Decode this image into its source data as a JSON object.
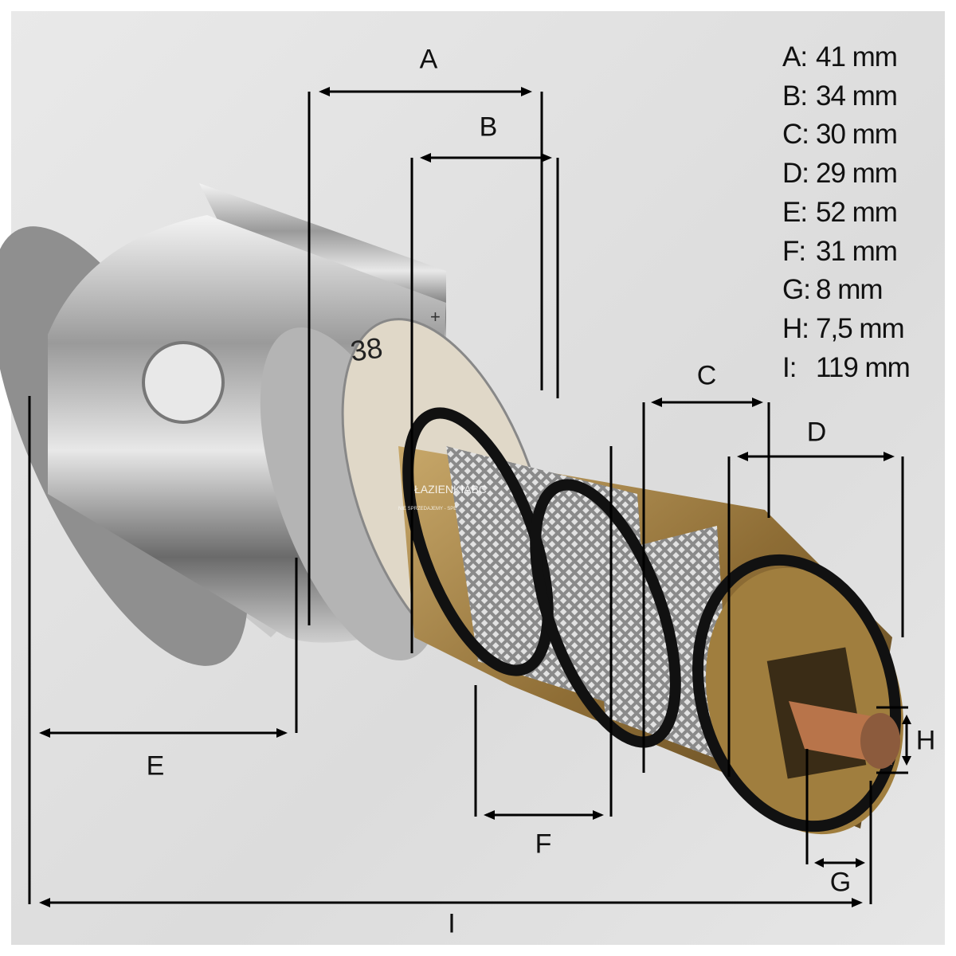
{
  "dimension_labels": [
    "A",
    "B",
    "C",
    "D",
    "E",
    "F",
    "G",
    "H",
    "I"
  ],
  "legend": [
    {
      "key": "A:",
      "value": "41 mm"
    },
    {
      "key": "B:",
      "value": "34 mm"
    },
    {
      "key": "C:",
      "value": "30 mm"
    },
    {
      "key": "D:",
      "value": "29 mm"
    },
    {
      "key": "E:",
      "value": "52 mm"
    },
    {
      "key": "F:",
      "value": "31 mm"
    },
    {
      "key": "G:",
      "value": "8 mm"
    },
    {
      "key": "H:",
      "value": "7,5 mm"
    },
    {
      "key": "I:",
      "value": "119 mm"
    }
  ],
  "product": {
    "dial_number": "38",
    "dial_plus": "+"
  },
  "watermark": {
    "brand": "ŁAZIENKIABC",
    "tagline": "NIE SPRZEDAJEMY - SPE"
  }
}
